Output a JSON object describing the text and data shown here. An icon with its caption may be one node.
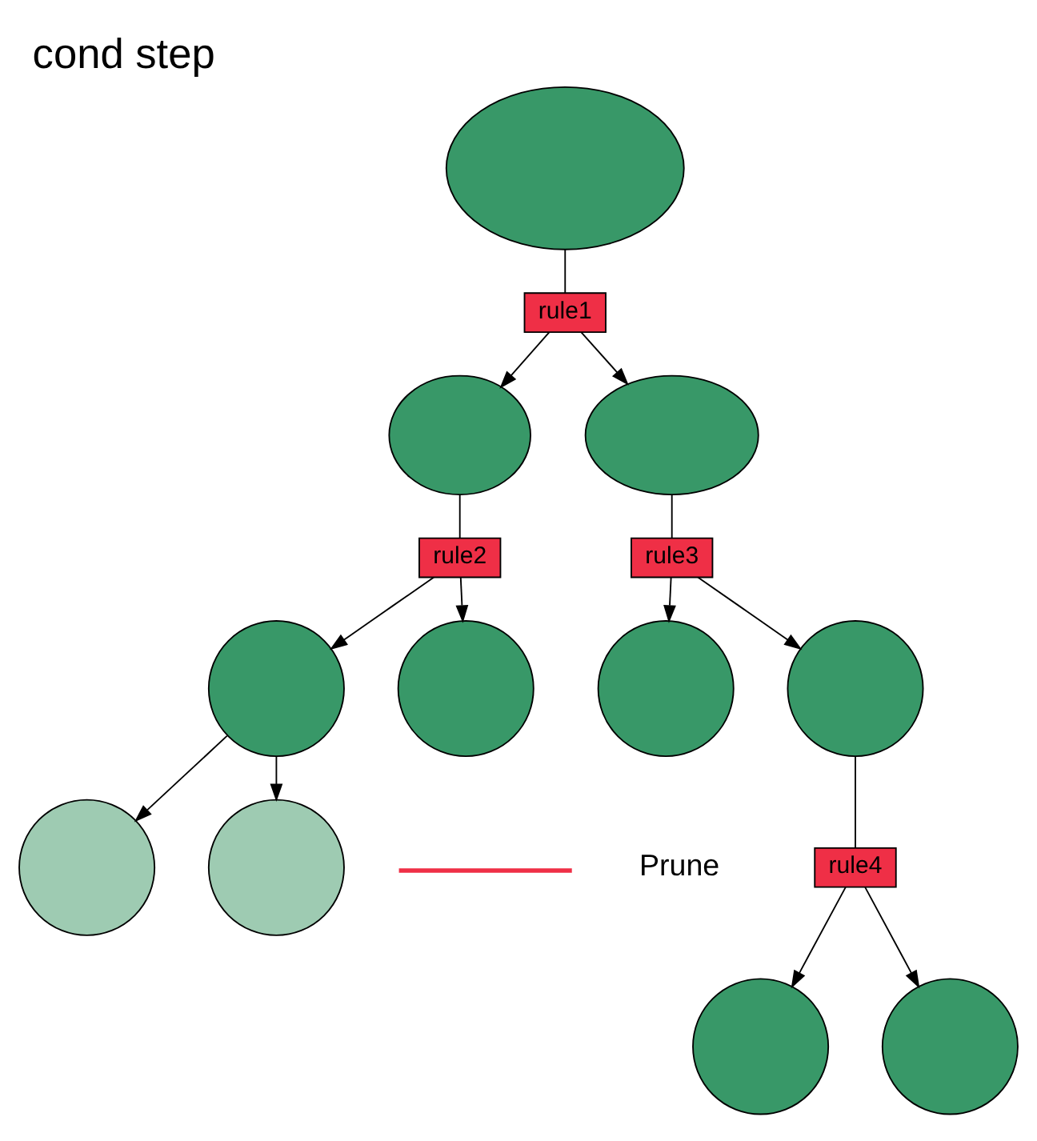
{
  "diagram": {
    "title": "cond step",
    "nodes": [
      {
        "text": [],
        "shape": "ellipse"
      },
      {
        "text": [
          "rule1"
        ]
      },
      {
        "text": [],
        "shape": "ellipse"
      },
      {
        "text": [],
        "shape": "ellipse"
      },
      {
        "text": [
          "rule2"
        ]
      },
      {
        "text": [
          "rule3"
        ]
      },
      {
        "text": [],
        "shape": "circle"
      },
      {
        "text": [],
        "shape": "circle"
      },
      {
        "text": [],
        "shape": "circle"
      },
      {
        "text": [],
        "shape": "circle"
      },
      {
        "text": [
          "rule4"
        ]
      },
      {
        "text": [],
        "shape": "circle"
      },
      {
        "text": [],
        "shape": "circle"
      },
      {
        "text": [],
        "shape": "circle"
      },
      {
        "text": [],
        "shape": "circle"
      }
    ],
    "edges": [
      {
        "from": 0,
        "to": 1,
        "arrow": "none"
      },
      {
        "from": 1,
        "to": 2,
        "arrow": "to"
      },
      {
        "from": 1,
        "to": 3,
        "arrow": "to"
      },
      {
        "from": 2,
        "to": 4,
        "arrow": "none"
      },
      {
        "from": 3,
        "to": 5,
        "arrow": "none"
      },
      {
        "from": 4,
        "to": 6,
        "arrow": "to"
      },
      {
        "from": 4,
        "to": 7,
        "arrow": "to"
      },
      {
        "from": 5,
        "to": 8,
        "arrow": "to"
      },
      {
        "from": 5,
        "to": 9,
        "arrow": "to"
      },
      {
        "from": 6,
        "to": 11,
        "arrow": "to"
      },
      {
        "from": 6,
        "to": 12,
        "arrow": "to"
      },
      {
        "from": 9,
        "to": 10,
        "arrow": "none"
      },
      {
        "from": 10,
        "to": 13,
        "arrow": "to"
      },
      {
        "from": 10,
        "to": 14,
        "arrow": "to"
      }
    ],
    "labels": [
      "Prune"
    ]
  }
}
